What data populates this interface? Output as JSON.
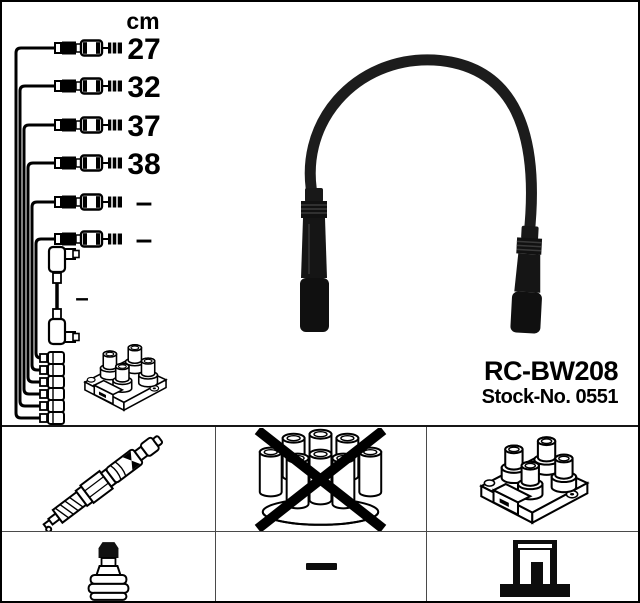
{
  "part": {
    "model": "RC-BW208",
    "stock_no": "Stock-No. 0551"
  },
  "diagram": {
    "unit_header": "cm",
    "wire_lengths": [
      "27",
      "32",
      "37",
      "38",
      "–",
      "–"
    ],
    "seventh_wire_length": "–"
  },
  "legend": {
    "cells": [
      {
        "icon": "spark-plug-icon",
        "crossed_out": false
      },
      {
        "icon": "distributor-cap-icon",
        "crossed_out": true
      },
      {
        "icon": "ignition-coil-icon",
        "crossed_out": false
      },
      {
        "icon": "plug-boot-connector-icon",
        "crossed_out": false
      },
      {
        "icon": "dash-icon",
        "crossed_out": false
      },
      {
        "icon": "coil-connector-icon",
        "crossed_out": false
      }
    ]
  },
  "colors": {
    "ink": "#000000",
    "grid_line": "#4a4a4a",
    "photo_black": "#141414",
    "background": "#ffffff"
  }
}
